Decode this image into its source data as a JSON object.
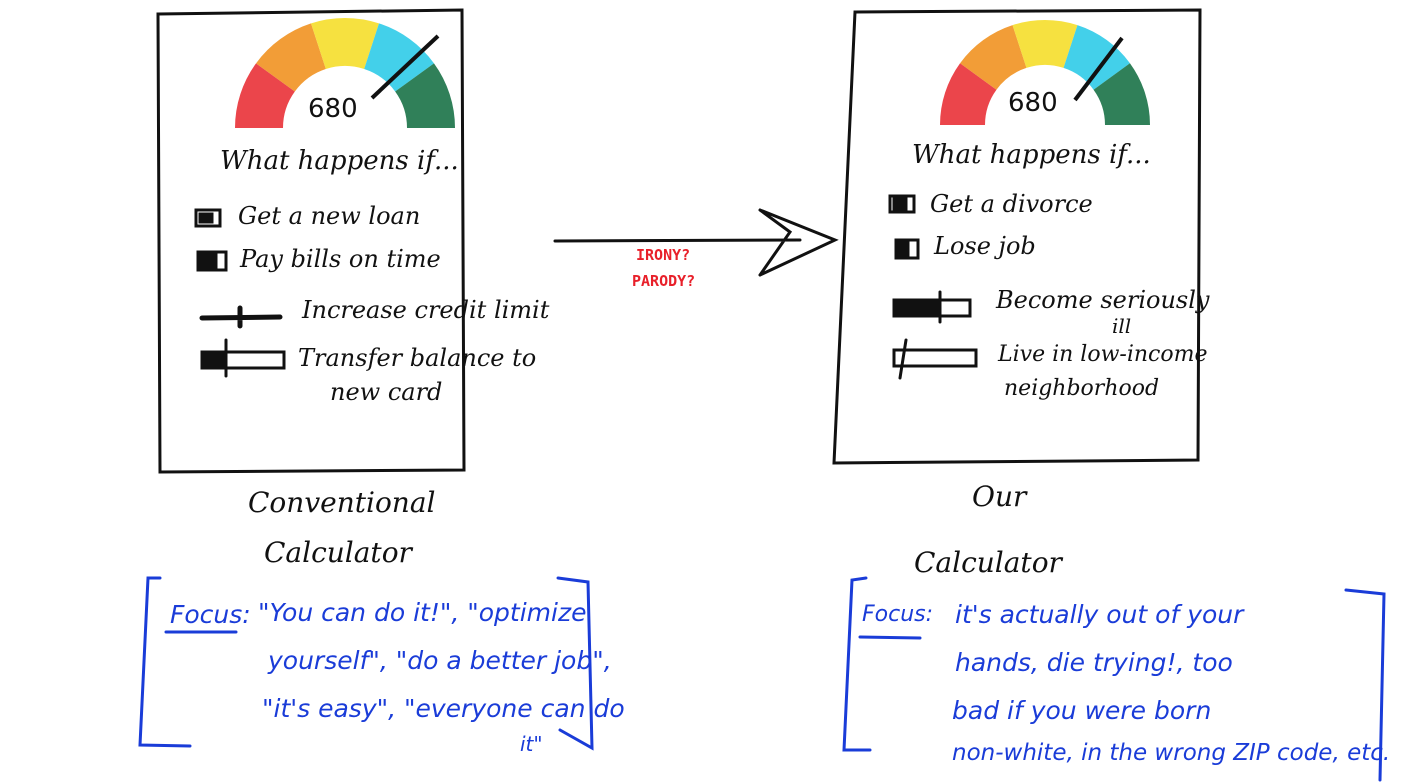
{
  "gauge_colors": [
    "#e8242c",
    "#f08c14",
    "#f5dc1e",
    "#22c8e6",
    "#0c6a3c"
  ],
  "left": {
    "score": "680",
    "prompt": "What happens if...",
    "items": [
      {
        "label": "Get a new loan",
        "type": "checkbox"
      },
      {
        "label": "Pay bills on time",
        "type": "checkbox"
      },
      {
        "label": "Increase credit limit",
        "type": "slider"
      },
      {
        "label": "Transfer balance to",
        "label2": "new card",
        "type": "slider"
      }
    ],
    "caption1": "Conventional",
    "caption2": "Calculator",
    "focus_label": "Focus:",
    "focus_lines": [
      "\"You can do it!\", \"optimize",
      "yourself\", \"do a better job\",",
      "\"it's easy\", \"everyone can do",
      "it\""
    ]
  },
  "right": {
    "score": "680",
    "prompt": "What happens if...",
    "items": [
      {
        "label": "Get a divorce",
        "type": "checkbox"
      },
      {
        "label": "Lose job",
        "type": "checkbox"
      },
      {
        "label": "Become seriously",
        "label2": "ill",
        "type": "slider"
      },
      {
        "label": "Live in low-income",
        "label2": "neighborhood",
        "type": "slider"
      }
    ],
    "caption1": "Our",
    "caption2": "Calculator",
    "focus_label": "Focus:",
    "focus_lines": [
      "it's actually out of your",
      "hands, die trying!, too",
      "bad if you were born",
      "non-white, in the wrong ZIP code, etc."
    ]
  },
  "arrow": {
    "note1": "IRONY?",
    "note2": "PARODY?"
  }
}
